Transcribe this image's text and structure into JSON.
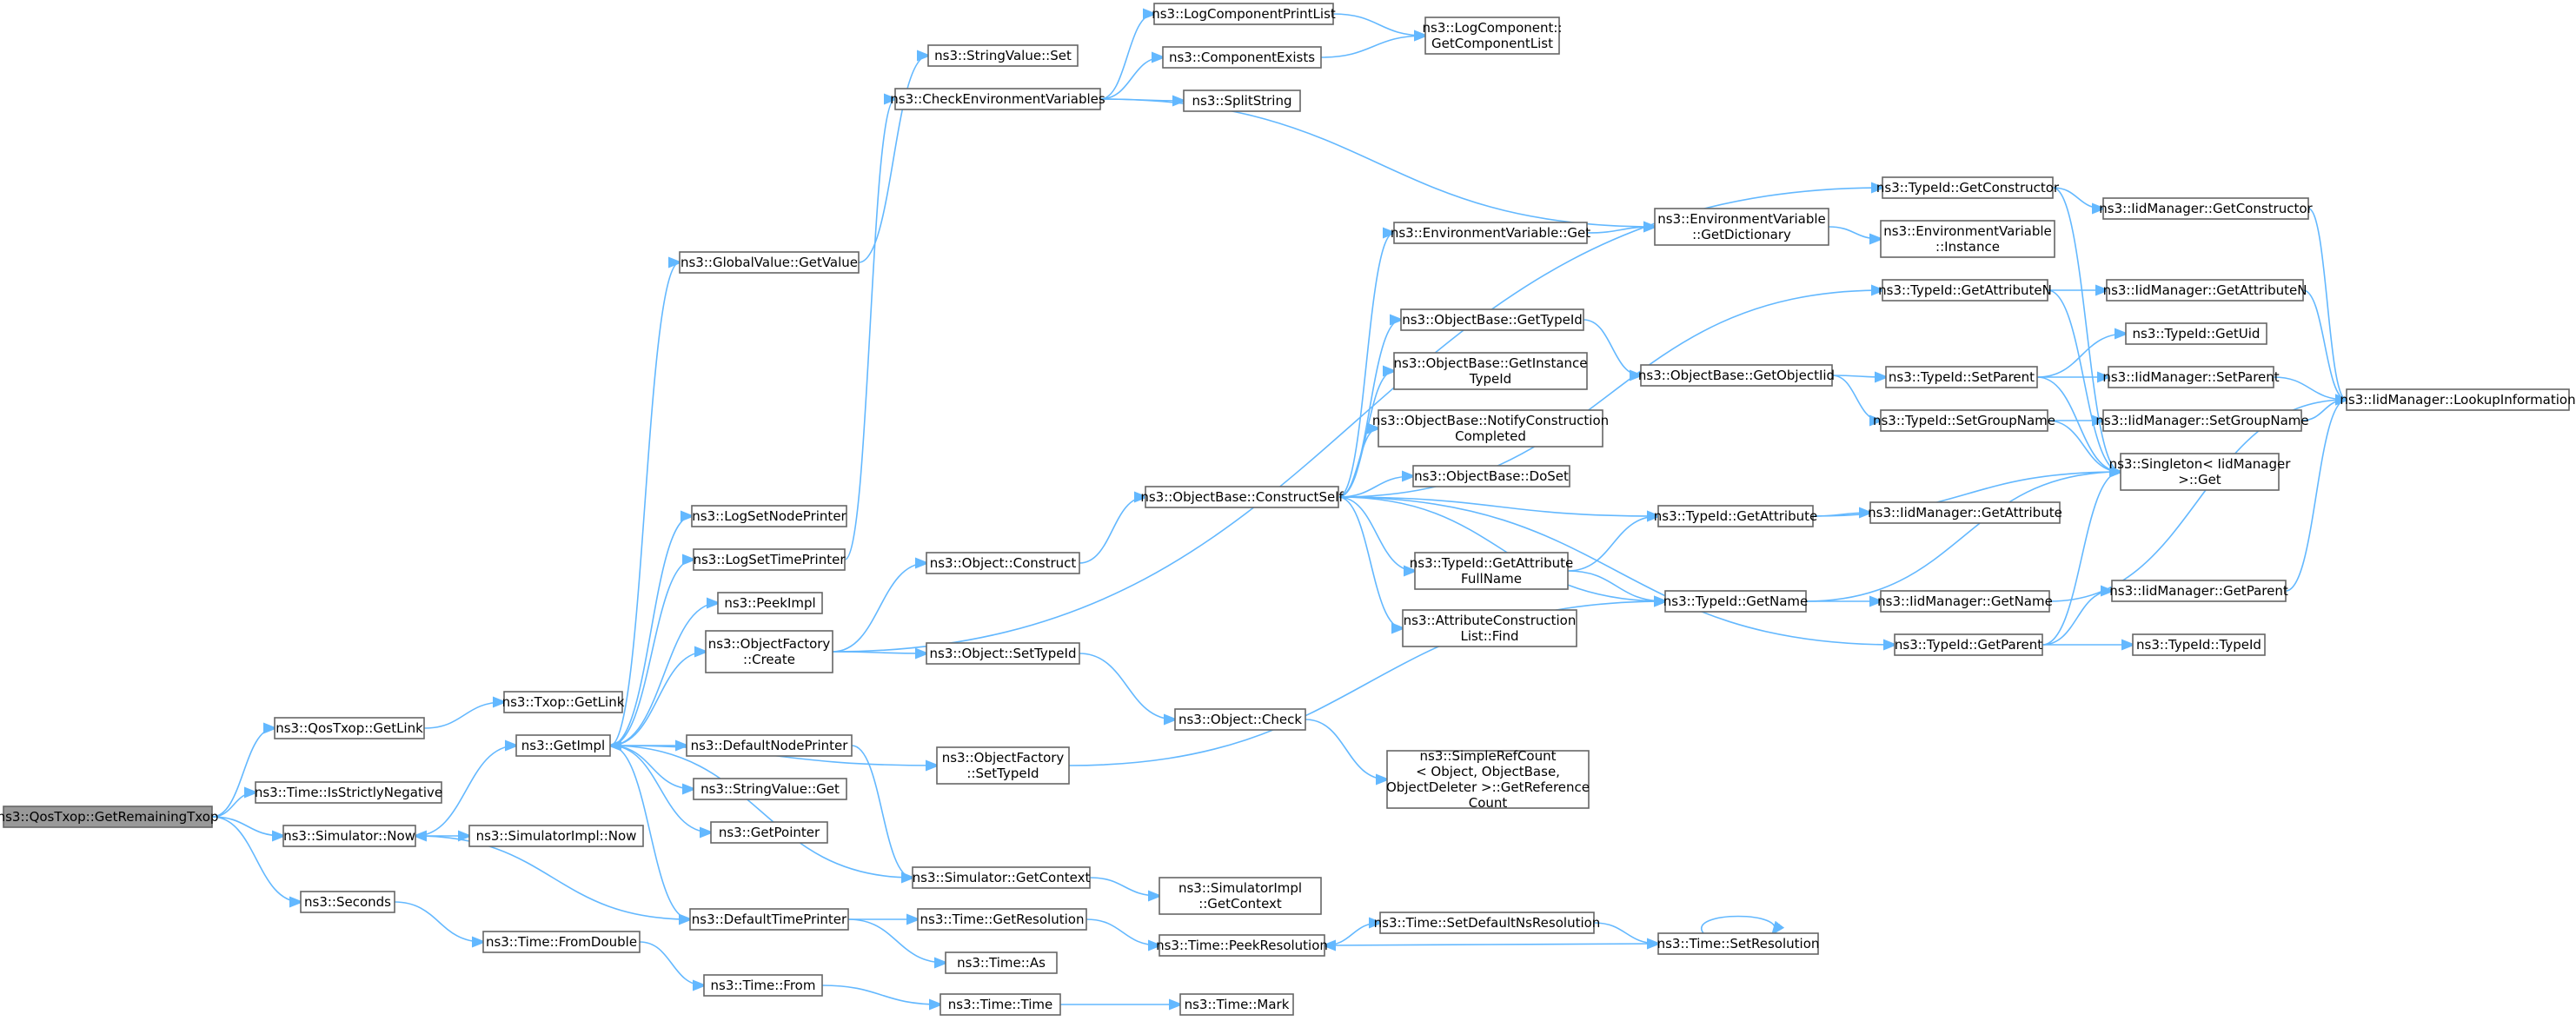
{
  "diagram": {
    "kind": "call-graph",
    "nodes": [
      {
        "id": "root",
        "lines": [
          "ns3::QosTxop::GetRemainingTxop"
        ],
        "root": true
      },
      {
        "id": "qos_getlink",
        "lines": [
          "ns3::QosTxop::GetLink"
        ]
      },
      {
        "id": "time_isstrictlyneg",
        "lines": [
          "ns3::Time::IsStrictlyNegative"
        ]
      },
      {
        "id": "sim_now",
        "lines": [
          "ns3::Simulator::Now"
        ]
      },
      {
        "id": "seconds",
        "lines": [
          "ns3::Seconds"
        ]
      },
      {
        "id": "txop_getlink",
        "lines": [
          "ns3::Txop::GetLink"
        ]
      },
      {
        "id": "getimpl",
        "lines": [
          "ns3::GetImpl"
        ]
      },
      {
        "id": "simimpl_now",
        "lines": [
          "ns3::SimulatorImpl::Now"
        ]
      },
      {
        "id": "time_fromdouble",
        "lines": [
          "ns3::Time::FromDouble"
        ]
      },
      {
        "id": "time_from",
        "lines": [
          "ns3::Time::From"
        ]
      },
      {
        "id": "time_time",
        "lines": [
          "ns3::Time::Time"
        ]
      },
      {
        "id": "time_mark",
        "lines": [
          "ns3::Time::Mark"
        ]
      },
      {
        "id": "gv_getvalue",
        "lines": [
          "ns3::GlobalValue::GetValue"
        ]
      },
      {
        "id": "logsetnodeprinter",
        "lines": [
          "ns3::LogSetNodePrinter"
        ]
      },
      {
        "id": "logsettimeprinter",
        "lines": [
          "ns3::LogSetTimePrinter"
        ]
      },
      {
        "id": "peekimpl",
        "lines": [
          "ns3::PeekImpl"
        ]
      },
      {
        "id": "objfactory_create",
        "lines": [
          "ns3::ObjectFactory",
          "::Create"
        ]
      },
      {
        "id": "defaultnodeprinter",
        "lines": [
          "ns3::DefaultNodePrinter"
        ]
      },
      {
        "id": "stringvalue_get",
        "lines": [
          "ns3::StringValue::Get"
        ]
      },
      {
        "id": "getpointer",
        "lines": [
          "ns3::GetPointer"
        ]
      },
      {
        "id": "defaulttimeprinter",
        "lines": [
          "ns3::DefaultTimePrinter"
        ]
      },
      {
        "id": "stringvalue_set",
        "lines": [
          "ns3::StringValue::Set"
        ]
      },
      {
        "id": "checkenv",
        "lines": [
          "ns3::CheckEnvironmentVariables"
        ]
      },
      {
        "id": "logcompprintlist",
        "lines": [
          "ns3::LogComponentPrintList"
        ]
      },
      {
        "id": "compexists",
        "lines": [
          "ns3::ComponentExists"
        ]
      },
      {
        "id": "splitstring",
        "lines": [
          "ns3::SplitString"
        ]
      },
      {
        "id": "logcomp_getlist",
        "lines": [
          "ns3::LogComponent::",
          "GetComponentList"
        ]
      },
      {
        "id": "obj_construct",
        "lines": [
          "ns3::Object::Construct"
        ]
      },
      {
        "id": "obj_settypeid",
        "lines": [
          "ns3::Object::SetTypeId"
        ]
      },
      {
        "id": "objfactory_settypeid",
        "lines": [
          "ns3::ObjectFactory",
          "::SetTypeId"
        ]
      },
      {
        "id": "sim_getcontext",
        "lines": [
          "ns3::Simulator::GetContext"
        ]
      },
      {
        "id": "time_getresolution",
        "lines": [
          "ns3::Time::GetResolution"
        ]
      },
      {
        "id": "time_as",
        "lines": [
          "ns3::Time::As"
        ]
      },
      {
        "id": "objbase_constructself",
        "lines": [
          "ns3::ObjectBase::ConstructSelf"
        ]
      },
      {
        "id": "obj_check",
        "lines": [
          "ns3::Object::Check"
        ]
      },
      {
        "id": "simimpl_getcontext",
        "lines": [
          "ns3::SimulatorImpl",
          "::GetContext"
        ]
      },
      {
        "id": "time_peekresolution",
        "lines": [
          "ns3::Time::PeekResolution"
        ]
      },
      {
        "id": "envvar_get",
        "lines": [
          "ns3::EnvironmentVariable::Get"
        ]
      },
      {
        "id": "objbase_gettypeid",
        "lines": [
          "ns3::ObjectBase::GetTypeId"
        ]
      },
      {
        "id": "objbase_getinstancetypeid",
        "lines": [
          "ns3::ObjectBase::GetInstance",
          "TypeId"
        ]
      },
      {
        "id": "objbase_notifyconstruction",
        "lines": [
          "ns3::ObjectBase::NotifyConstruction",
          "Completed"
        ]
      },
      {
        "id": "objbase_doset",
        "lines": [
          "ns3::ObjectBase::DoSet"
        ]
      },
      {
        "id": "typeid_getattributefullname",
        "lines": [
          "ns3::TypeId::GetAttribute",
          "FullName"
        ]
      },
      {
        "id": "attrconstruction_find",
        "lines": [
          "ns3::AttributeConstruction",
          "List::Find"
        ]
      },
      {
        "id": "simplerefcount",
        "lines": [
          "ns3::SimpleRefCount",
          "< Object, ObjectBase,",
          "ObjectDeleter >::GetReference",
          "Count"
        ]
      },
      {
        "id": "time_setdefaultnsres",
        "lines": [
          "ns3::Time::SetDefaultNsResolution"
        ]
      },
      {
        "id": "envvar_getdictionary",
        "lines": [
          "ns3::EnvironmentVariable",
          "::GetDictionary"
        ]
      },
      {
        "id": "objbase_getobjectiid",
        "lines": [
          "ns3::ObjectBase::GetObjectIid"
        ]
      },
      {
        "id": "typeid_getattribute",
        "lines": [
          "ns3::TypeId::GetAttribute"
        ]
      },
      {
        "id": "typeid_getname",
        "lines": [
          "ns3::TypeId::GetName"
        ]
      },
      {
        "id": "time_setresolution",
        "lines": [
          "ns3::Time::SetResolution"
        ]
      },
      {
        "id": "envvar_instance",
        "lines": [
          "ns3::EnvironmentVariable",
          "::Instance"
        ]
      },
      {
        "id": "typeid_getconstructor",
        "lines": [
          "ns3::TypeId::GetConstructor"
        ]
      },
      {
        "id": "typeid_getattributen",
        "lines": [
          "ns3::TypeId::GetAttributeN"
        ]
      },
      {
        "id": "typeid_setparent",
        "lines": [
          "ns3::TypeId::SetParent"
        ]
      },
      {
        "id": "typeid_setgroupname",
        "lines": [
          "ns3::TypeId::SetGroupName"
        ]
      },
      {
        "id": "typeid_getparent",
        "lines": [
          "ns3::TypeId::GetParent"
        ]
      },
      {
        "id": "iidm_getattribute",
        "lines": [
          "ns3::IidManager::GetAttribute"
        ]
      },
      {
        "id": "iidm_getname",
        "lines": [
          "ns3::IidManager::GetName"
        ]
      },
      {
        "id": "typeid_typeid",
        "lines": [
          "ns3::TypeId::TypeId"
        ]
      },
      {
        "id": "iidm_getconstructor",
        "lines": [
          "ns3::IidManager::GetConstructor"
        ]
      },
      {
        "id": "iidm_getattributen",
        "lines": [
          "ns3::IidManager::GetAttributeN"
        ]
      },
      {
        "id": "typeid_getuid",
        "lines": [
          "ns3::TypeId::GetUid"
        ]
      },
      {
        "id": "iidm_setparent",
        "lines": [
          "ns3::IidManager::SetParent"
        ]
      },
      {
        "id": "iidm_setgroupname",
        "lines": [
          "ns3::IidManager::SetGroupName"
        ]
      },
      {
        "id": "singleton_get",
        "lines": [
          "ns3::Singleton< IidManager",
          ">::Get"
        ]
      },
      {
        "id": "iidm_getparent",
        "lines": [
          "ns3::IidManager::GetParent"
        ]
      },
      {
        "id": "iidm_lookupinformation",
        "lines": [
          "ns3::IidManager::LookupInformation"
        ]
      }
    ],
    "edges": [
      [
        "root",
        "qos_getlink"
      ],
      [
        "root",
        "time_isstrictlyneg"
      ],
      [
        "root",
        "sim_now"
      ],
      [
        "root",
        "seconds"
      ],
      [
        "qos_getlink",
        "txop_getlink"
      ],
      [
        "sim_now",
        "getimpl"
      ],
      [
        "sim_now",
        "simimpl_now"
      ],
      [
        "seconds",
        "time_fromdouble"
      ],
      [
        "time_fromdouble",
        "time_from"
      ],
      [
        "time_from",
        "time_time"
      ],
      [
        "time_time",
        "time_mark"
      ],
      [
        "getimpl",
        "gv_getvalue"
      ],
      [
        "getimpl",
        "logsetnodeprinter"
      ],
      [
        "getimpl",
        "logsettimeprinter"
      ],
      [
        "getimpl",
        "peekimpl"
      ],
      [
        "getimpl",
        "objfactory_create"
      ],
      [
        "getimpl",
        "defaultnodeprinter"
      ],
      [
        "getimpl",
        "stringvalue_get"
      ],
      [
        "getimpl",
        "getpointer"
      ],
      [
        "getimpl",
        "defaulttimeprinter"
      ],
      [
        "getimpl",
        "objfactory_settypeid"
      ],
      [
        "gv_getvalue",
        "stringvalue_set"
      ],
      [
        "logsettimeprinter",
        "checkenv"
      ],
      [
        "checkenv",
        "logcompprintlist"
      ],
      [
        "checkenv",
        "compexists"
      ],
      [
        "checkenv",
        "splitstring"
      ],
      [
        "checkenv",
        "envvar_getdictionary"
      ],
      [
        "logcompprintlist",
        "logcomp_getlist"
      ],
      [
        "compexists",
        "logcomp_getlist"
      ],
      [
        "objfactory_create",
        "obj_construct"
      ],
      [
        "objfactory_create",
        "obj_settypeid"
      ],
      [
        "objfactory_create",
        "typeid_getconstructor"
      ],
      [
        "defaultnodeprinter",
        "sim_getcontext"
      ],
      [
        "defaulttimeprinter",
        "sim_now"
      ],
      [
        "defaulttimeprinter",
        "time_getresolution"
      ],
      [
        "defaulttimeprinter",
        "time_as"
      ],
      [
        "sim_getcontext",
        "getimpl"
      ],
      [
        "sim_getcontext",
        "simimpl_getcontext"
      ],
      [
        "obj_construct",
        "objbase_constructself"
      ],
      [
        "obj_settypeid",
        "obj_check"
      ],
      [
        "obj_check",
        "simplerefcount"
      ],
      [
        "objfactory_settypeid",
        "typeid_getname"
      ],
      [
        "time_getresolution",
        "time_peekresolution"
      ],
      [
        "objbase_constructself",
        "envvar_get"
      ],
      [
        "objbase_constructself",
        "objbase_gettypeid"
      ],
      [
        "objbase_constructself",
        "objbase_getinstancetypeid"
      ],
      [
        "objbase_constructself",
        "objbase_notifyconstruction"
      ],
      [
        "objbase_constructself",
        "objbase_doset"
      ],
      [
        "objbase_constructself",
        "typeid_getattributefullname"
      ],
      [
        "objbase_constructself",
        "attrconstruction_find"
      ],
      [
        "objbase_constructself",
        "typeid_getattribute"
      ],
      [
        "objbase_constructself",
        "typeid_getname"
      ],
      [
        "objbase_constructself",
        "typeid_getattributen"
      ],
      [
        "objbase_constructself",
        "typeid_getparent"
      ],
      [
        "envvar_get",
        "envvar_getdictionary"
      ],
      [
        "envvar_getdictionary",
        "envvar_instance"
      ],
      [
        "objbase_gettypeid",
        "objbase_getobjectiid"
      ],
      [
        "objbase_getobjectiid",
        "typeid_setparent"
      ],
      [
        "objbase_getobjectiid",
        "typeid_setgroupname"
      ],
      [
        "typeid_getattributefullname",
        "typeid_getattribute"
      ],
      [
        "typeid_getattributefullname",
        "typeid_getname"
      ],
      [
        "typeid_getattribute",
        "singleton_get"
      ],
      [
        "typeid_getattribute",
        "iidm_getattribute"
      ],
      [
        "typeid_getname",
        "singleton_get"
      ],
      [
        "typeid_getname",
        "iidm_getname"
      ],
      [
        "time_setdefaultnsres",
        "time_setresolution"
      ],
      [
        "time_setresolution",
        "time_peekresolution"
      ],
      [
        "time_setresolution",
        "time_setresolution"
      ],
      [
        "time_peekresolution",
        "time_setdefaultnsres"
      ],
      [
        "typeid_getconstructor",
        "iidm_getconstructor"
      ],
      [
        "typeid_getconstructor",
        "singleton_get"
      ],
      [
        "typeid_getattributen",
        "iidm_getattributen"
      ],
      [
        "typeid_getattributen",
        "singleton_get"
      ],
      [
        "typeid_setparent",
        "typeid_getuid"
      ],
      [
        "typeid_setparent",
        "iidm_setparent"
      ],
      [
        "typeid_setparent",
        "singleton_get"
      ],
      [
        "typeid_setgroupname",
        "iidm_setgroupname"
      ],
      [
        "typeid_setgroupname",
        "singleton_get"
      ],
      [
        "typeid_getparent",
        "iidm_getparent"
      ],
      [
        "typeid_getparent",
        "typeid_typeid"
      ],
      [
        "typeid_getparent",
        "singleton_get"
      ],
      [
        "iidm_getconstructor",
        "iidm_lookupinformation"
      ],
      [
        "iidm_getattributen",
        "iidm_lookupinformation"
      ],
      [
        "iidm_setparent",
        "iidm_lookupinformation"
      ],
      [
        "iidm_setgroupname",
        "iidm_lookupinformation"
      ],
      [
        "iidm_getparent",
        "iidm_lookupinformation"
      ],
      [
        "iidm_getname",
        "iidm_lookupinformation"
      ]
    ]
  },
  "colors": {
    "edge": "#63b8ff",
    "node_border": "#666666",
    "root_fill": "#999999",
    "node_fill": "#ffffff"
  }
}
